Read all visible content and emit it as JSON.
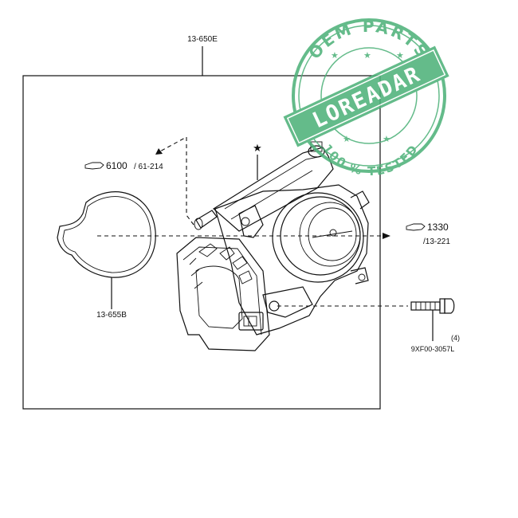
{
  "callouts": {
    "assembly": "13-650E",
    "gasket": "13-655B",
    "ref_left_main": "6100",
    "ref_left_sub": "/ 61-214",
    "ref_right_main": "1330",
    "ref_right_sub": "/13-221",
    "bolt_qty": "(4)",
    "bolt": "9XF00-3057L",
    "star": "★"
  },
  "stamp": {
    "top_text": "OEM PARTS",
    "band_text": "LOREADAR",
    "bottom_text": "100 % TESTED",
    "color": "#4fb27a"
  }
}
